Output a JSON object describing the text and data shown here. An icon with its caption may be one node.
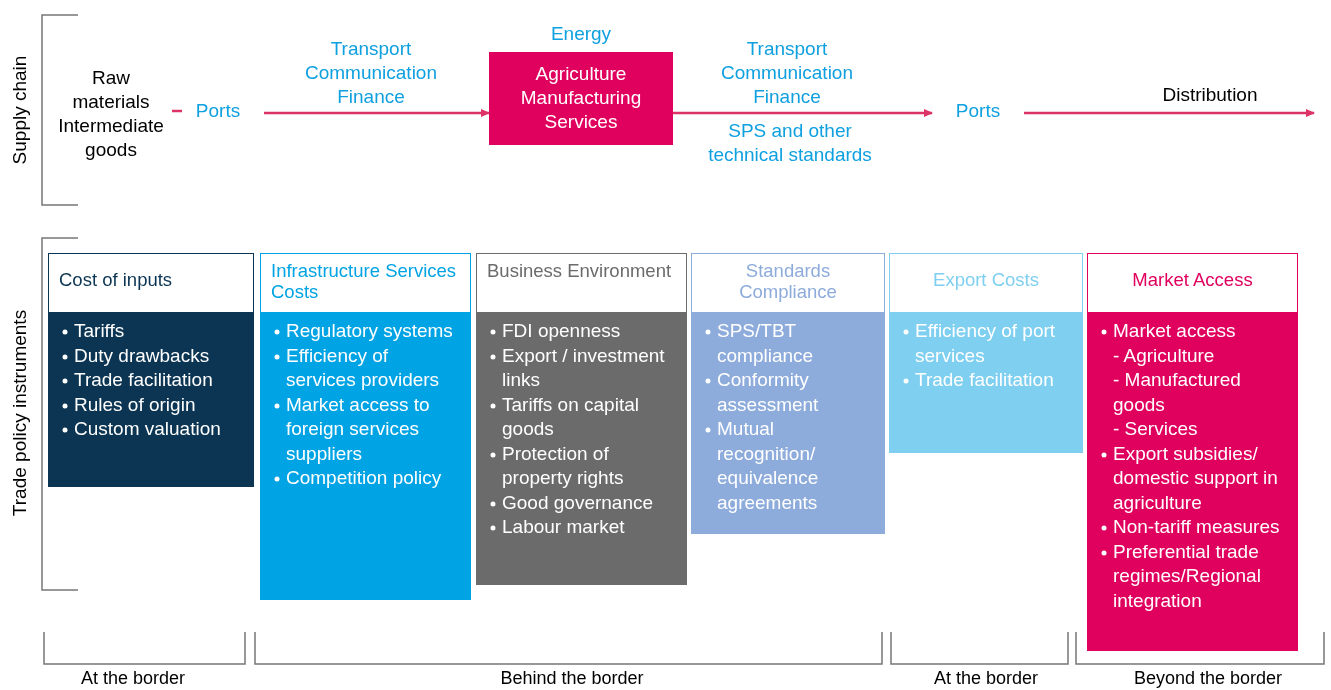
{
  "diagram": {
    "nodes": [
      {
        "text": [
          "Raw materials Intermediate goods"
        ]
      },
      {
        "text": [
          "Ports"
        ]
      },
      {
        "text": [
          "Agriculture Manufacturing Services"
        ],
        "beside": [
          "Energy"
        ]
      },
      {
        "text": [
          "Ports"
        ]
      },
      {
        "text": [
          "Cost of inputs",
          "Tariffs",
          "Duty drawbacks",
          "Trade facilitation",
          "Rules of origin",
          "Custom valuation"
        ]
      },
      {
        "text": [
          "Infrastructure Services Costs",
          "Regulatory systems",
          "Efficiency of services providers",
          "Market access to foreign services suppliers",
          "Competition policy"
        ]
      },
      {
        "text": [
          "Business Environment",
          "FDI openness",
          "Export / investment links",
          "Tariffs on capital goods",
          "Protection of property rights",
          "Good governance",
          "Labour market"
        ]
      },
      {
        "text": [
          "Standards Compliance",
          "SPS/TBT compliance",
          "Conformity assessment",
          "Mutual recognition/ equivalence agreements"
        ]
      },
      {
        "text": [
          "Export Costs",
          "Efficiency of port services",
          "Trade facilitation"
        ]
      },
      {
        "text": [
          "Market Access",
          "Market access",
          "- Agriculture",
          "- Manufactured goods",
          "- Services",
          "Export subsidies/ domestic support in agriculture",
          "Non-tariff measures",
          "Preferential trade regimes/Regional integration"
        ]
      }
    ],
    "edges": [
      {
        "from": 0,
        "to": 1,
        "arrow": "none"
      },
      {
        "from": 1,
        "to": 2,
        "arrow": "to",
        "label": "Transport Communication Finance"
      },
      {
        "from": 2,
        "to": 3,
        "arrow": "to",
        "label": "Transport Communication Finance"
      },
      {
        "from": 3,
        "to": null,
        "arrow": "to",
        "label": "Distribution"
      }
    ],
    "labels": [
      "Supply chain",
      "SPS and other technical standards",
      "Trade policy instruments",
      "At the border",
      "Behind the border",
      "At the border",
      "Beyond the border"
    ]
  }
}
